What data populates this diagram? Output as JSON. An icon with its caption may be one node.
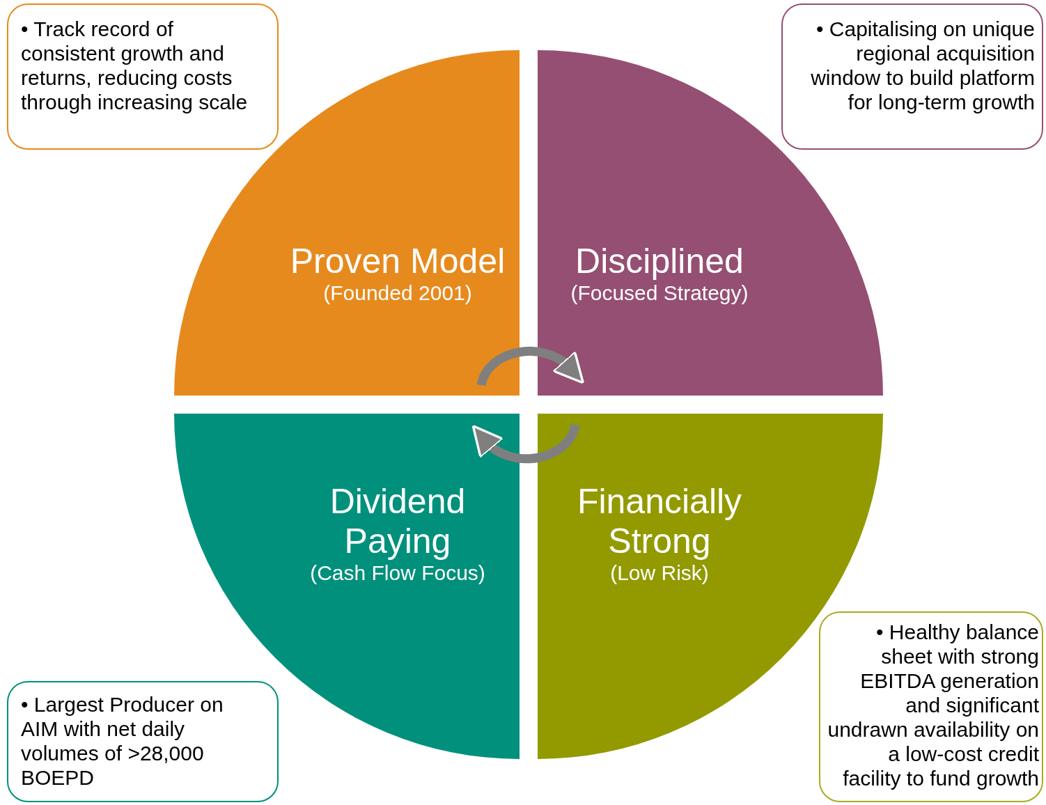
{
  "diagram": {
    "nodes": [
      {
        "text": [
          "• Track record of consistent growth and returns, reducing costs through increasing scale"
        ]
      },
      {
        "text": [
          "• Capitalising on unique regional acquisition window to build platform for long-term growth"
        ]
      },
      {
        "text": [
          "Proven Model",
          "(Founded 2001)"
        ]
      },
      {
        "text": [
          "Disciplined",
          "(Focused Strategy)"
        ]
      },
      {
        "text": [
          "Dividend Paying",
          "(Cash Flow Focus)"
        ]
      },
      {
        "text": [
          "Financially Strong",
          "(Low Risk)"
        ]
      },
      {
        "text": [
          "• Largest Producer on AIM with net daily volumes of >28,000 BOEPD"
        ]
      },
      {
        "text": [
          "• Healthy balance sheet with strong EBITDA generation and significant undrawn availability on a low-cost credit facility to fund growth"
        ]
      }
    ],
    "edges": [
      {
        "from": 2,
        "to": 3,
        "arrow": "to"
      },
      {
        "from": 5,
        "to": 4,
        "arrow": "to"
      }
    ]
  }
}
